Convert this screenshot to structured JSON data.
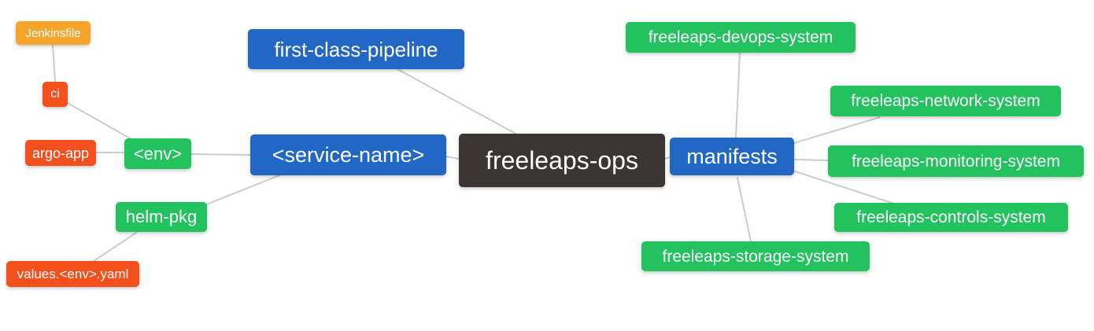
{
  "diagram": {
    "root": "freeleaps-ops",
    "palette": {
      "root_bg": "#3b3634",
      "branch_blue": "#2267c4",
      "node_green": "#22c25f",
      "node_red": "#f4501e",
      "node_orange": "#f7a52a",
      "edge": "#cccccc",
      "text": "#ffffff",
      "background": "#ffffff"
    },
    "nodes": [
      {
        "id": "freeleaps-ops",
        "label": "freeleaps-ops",
        "role": "root",
        "color": "#3b3634",
        "parent": null
      },
      {
        "id": "first-class-pipeline",
        "label": "first-class-pipeline",
        "role": "branch",
        "color": "#2267c4",
        "parent": "freeleaps-ops"
      },
      {
        "id": "service-name",
        "label": "<service-name>",
        "role": "branch",
        "color": "#2267c4",
        "parent": "freeleaps-ops"
      },
      {
        "id": "manifests",
        "label": "manifests",
        "role": "branch",
        "color": "#2267c4",
        "parent": "freeleaps-ops"
      },
      {
        "id": "env",
        "label": "<env>",
        "role": "sub-branch",
        "color": "#22c25f",
        "parent": "service-name"
      },
      {
        "id": "helm-pkg",
        "label": "helm-pkg",
        "role": "sub-branch",
        "color": "#22c25f",
        "parent": "service-name"
      },
      {
        "id": "ci",
        "label": "ci",
        "role": "leaf",
        "color": "#f4501e",
        "parent": "env"
      },
      {
        "id": "argo-app",
        "label": "argo-app",
        "role": "leaf",
        "color": "#f4501e",
        "parent": "env"
      },
      {
        "id": "jenkinsfile",
        "label": "Jenkinsfile",
        "role": "leaf",
        "color": "#f7a52a",
        "parent": "ci"
      },
      {
        "id": "values-env-yaml",
        "label": "values.<env>.yaml",
        "role": "leaf",
        "color": "#f4501e",
        "parent": "helm-pkg"
      },
      {
        "id": "freeleaps-devops-system",
        "label": "freeleaps-devops-system",
        "role": "leaf",
        "color": "#22c25f",
        "parent": "manifests"
      },
      {
        "id": "freeleaps-network-system",
        "label": "freeleaps-network-system",
        "role": "leaf",
        "color": "#22c25f",
        "parent": "manifests"
      },
      {
        "id": "freeleaps-monitoring-system",
        "label": "freeleaps-monitoring-system",
        "role": "leaf",
        "color": "#22c25f",
        "parent": "manifests"
      },
      {
        "id": "freeleaps-controls-system",
        "label": "freeleaps-controls-system",
        "role": "leaf",
        "color": "#22c25f",
        "parent": "manifests"
      },
      {
        "id": "freeleaps-storage-system",
        "label": "freeleaps-storage-system",
        "role": "leaf",
        "color": "#22c25f",
        "parent": "manifests"
      }
    ],
    "edges": [
      {
        "from": "ci",
        "to": "jenkinsfile"
      },
      {
        "from": "env",
        "to": "ci"
      },
      {
        "from": "env",
        "to": "argo-app"
      },
      {
        "from": "service-name",
        "to": "env"
      },
      {
        "from": "service-name",
        "to": "helm-pkg"
      },
      {
        "from": "helm-pkg",
        "to": "values-env-yaml"
      },
      {
        "from": "freeleaps-ops",
        "to": "first-class-pipeline"
      },
      {
        "from": "freeleaps-ops",
        "to": "service-name"
      },
      {
        "from": "freeleaps-ops",
        "to": "manifests"
      },
      {
        "from": "manifests",
        "to": "freeleaps-devops-system"
      },
      {
        "from": "manifests",
        "to": "freeleaps-network-system"
      },
      {
        "from": "manifests",
        "to": "freeleaps-monitoring-system"
      },
      {
        "from": "manifests",
        "to": "freeleaps-controls-system"
      },
      {
        "from": "manifests",
        "to": "freeleaps-storage-system"
      }
    ]
  }
}
